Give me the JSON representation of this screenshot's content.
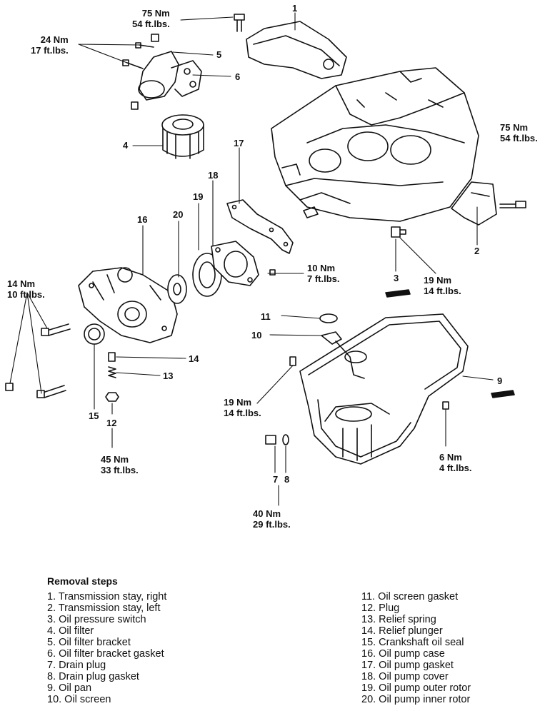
{
  "torques": {
    "t1": [
      "75 Nm",
      "54 ft.lbs."
    ],
    "t2": [
      "24 Nm",
      "17 ft.lbs."
    ],
    "t3": [
      "75 Nm",
      "54 ft.lbs."
    ],
    "t4": [
      "10 Nm",
      "7 ft.lbs."
    ],
    "t5": [
      "19 Nm",
      "14 ft.lbs."
    ],
    "t6": [
      "14 Nm",
      "10 ft.lbs."
    ],
    "t7": [
      "19 Nm",
      "14 ft.lbs."
    ],
    "t8": [
      "6 Nm",
      "4 ft.lbs."
    ],
    "t9": [
      "45 Nm",
      "33 ft.lbs."
    ],
    "t10": [
      "40 Nm",
      "29 ft.lbs."
    ]
  },
  "callouts": {
    "n1": "1",
    "n2": "2",
    "n3": "3",
    "n4": "4",
    "n5": "5",
    "n6": "6",
    "n7": "7",
    "n8": "8",
    "n9": "9",
    "n10": "10",
    "n11": "11",
    "n12": "12",
    "n13": "13",
    "n14": "14",
    "n15": "15",
    "n16": "16",
    "n17": "17",
    "n18": "18",
    "n19": "19",
    "n20": "20"
  },
  "removal": {
    "title": "Removal steps",
    "left": [
      "1. Transmission stay, right",
      "2. Transmission stay, left",
      "3. Oil pressure switch",
      "4. Oil filter",
      "5. Oil filter bracket",
      "6. Oil filter bracket gasket",
      "7. Drain plug",
      "8. Drain plug gasket",
      "9. Oil pan",
      "10. Oil screen"
    ],
    "right": [
      "11. Oil screen gasket",
      "12. Plug",
      "13. Relief spring",
      "14. Relief plunger",
      "15. Crankshaft oil seal",
      "16. Oil pump case",
      "17. Oil pump gasket",
      "18. Oil pump cover",
      "19. Oil pump outer rotor",
      "20. Oil pump inner rotor"
    ]
  }
}
